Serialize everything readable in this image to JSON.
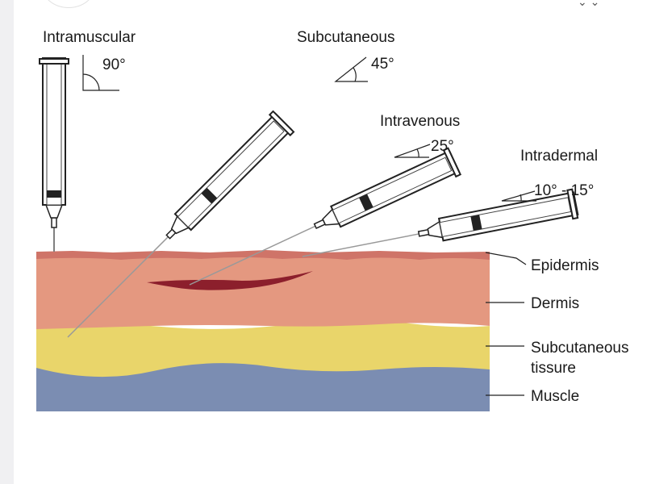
{
  "diagram": {
    "injection_types": [
      {
        "name": "Intramuscular",
        "angle": "90°"
      },
      {
        "name": "Subcutaneous",
        "angle": "45°"
      },
      {
        "name": "Intravenous",
        "angle": "25°"
      },
      {
        "name": "Intradermal",
        "angle": "10° - 15°"
      }
    ],
    "layers": {
      "epidermis": "Epidermis",
      "dermis": "Dermis",
      "subcutaneous_line1": "Subcutaneous",
      "subcutaneous_line2": "tissure",
      "muscle": "Muscle"
    },
    "colors": {
      "epidermis": "#cf7468",
      "dermis": "#e49880",
      "subcutaneous": "#e9d56a",
      "muscle": "#7b8db2",
      "vein": "#8c1f2c"
    }
  }
}
